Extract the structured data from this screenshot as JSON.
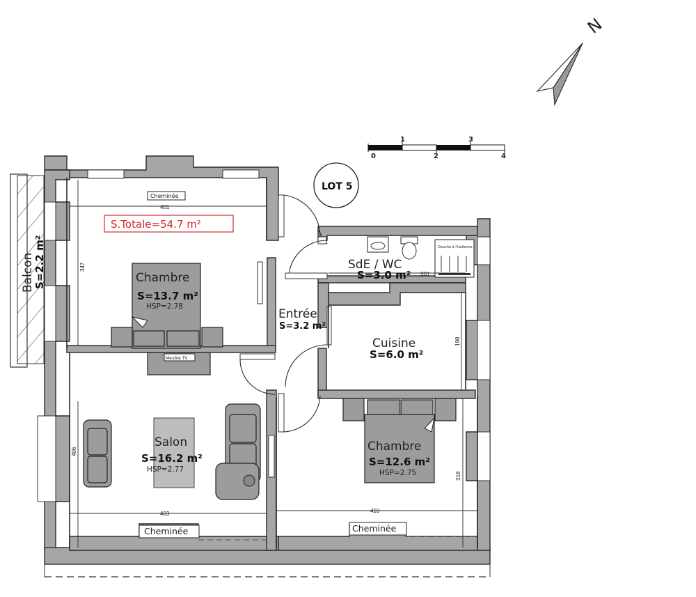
{
  "plan": {
    "lot_label": "LOT 5",
    "compass_letter": "N",
    "scale_bar": {
      "ticks": [
        "0",
        "1",
        "2",
        "3",
        "4"
      ]
    },
    "surface_totale": "S.Totale=54.7  m²",
    "rooms": {
      "chambre1": {
        "name": "Chambre",
        "area": "S=13.7 m²",
        "hsp": "HSP=2.78"
      },
      "salon": {
        "name": "Salon",
        "area": "S=16.2 m²",
        "hsp": "HSP=2.77"
      },
      "entree": {
        "name": "Entrée",
        "area": "S=3.2 m²"
      },
      "sde_wc": {
        "name": "SdE  /  WC",
        "area": "S=3.0 m²"
      },
      "cuisine": {
        "name": "Cuisine",
        "area": "S=6.0 m²"
      },
      "chambre2": {
        "name": "Chambre",
        "area": "S=12.6 m²",
        "hsp": "HSP=2.75"
      },
      "balcon": {
        "name": "Balcon",
        "area": "S=2.2 m²"
      }
    },
    "labels": {
      "cheminee_top": "Cheminée",
      "cheminee_salon": "Cheminée",
      "cheminee_chambre2": "Cheminée",
      "meuble_tv": "Meuble TV",
      "douche": "Douche à l'italienne"
    },
    "dimensions": {
      "d401": "401",
      "d347": "347",
      "d406": "406",
      "d403": "403",
      "d410": "410",
      "d318": "318",
      "d198": "198",
      "d301": "301"
    }
  }
}
